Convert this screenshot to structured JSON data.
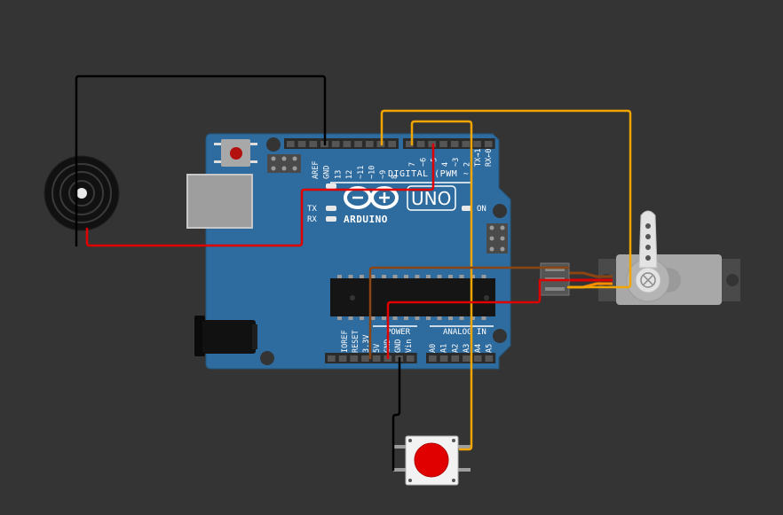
{
  "colors": {
    "background": "#343434",
    "board": "#2e6b9e",
    "board_dark": "#265c88",
    "wire_black": "#000000",
    "wire_red": "#e00000",
    "wire_yellow": "#f0a500",
    "wire_brown": "#8b4513",
    "wire_orange": "#ff6a00",
    "button_cap": "#e00000"
  },
  "board": {
    "brand": "ARDUINO",
    "model": "UNO",
    "digital_header_label": "DIGITAL (PWM ~)",
    "power_header_label": "POWER",
    "analog_header_label": "ANALOG IN",
    "tx_label": "TX",
    "rx_label": "RX",
    "on_label": "ON",
    "digital_pins_left": [
      "AREF",
      "GND",
      "13",
      "12",
      "~11",
      "~10",
      "~9",
      "8"
    ],
    "digital_pins_right": [
      "7",
      "~6",
      "~5",
      "4",
      "~3",
      "2",
      "TX→1",
      "RX←0"
    ],
    "power_pins": [
      "IOREF",
      "RESET",
      "3.3V",
      "5V",
      "GND",
      "GND",
      "Vin"
    ],
    "analog_pins": [
      "A0",
      "A1",
      "A2",
      "A3",
      "A4",
      "A5"
    ]
  },
  "components": [
    {
      "name": "piezo-buzzer"
    },
    {
      "name": "servo-motor"
    },
    {
      "name": "pushbutton"
    }
  ]
}
